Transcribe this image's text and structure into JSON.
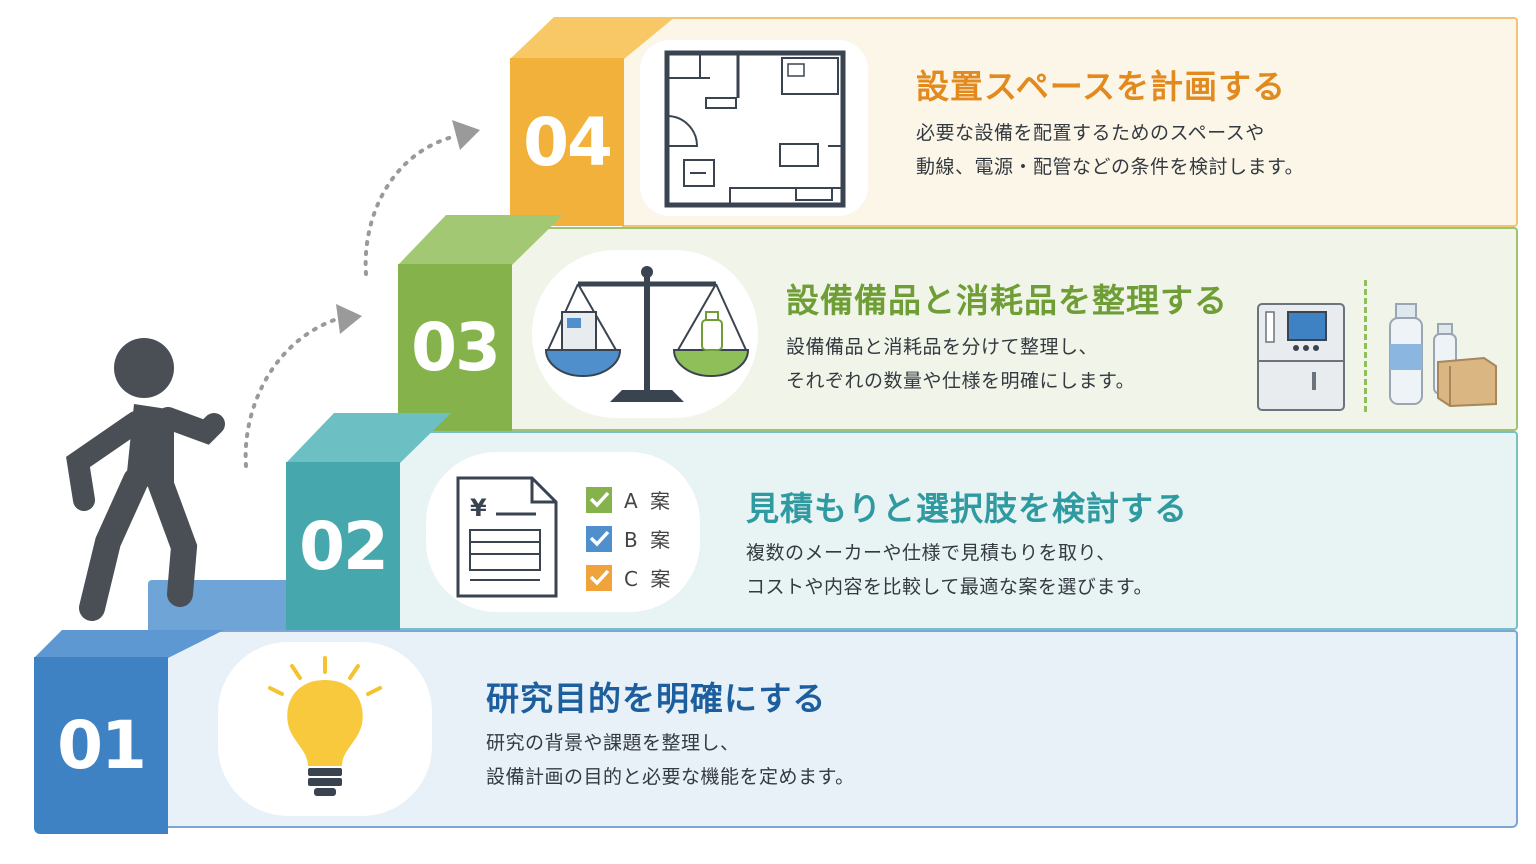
{
  "steps": [
    {
      "number": "01",
      "title": "研究目的を明確にする",
      "desc": [
        "研究の背景や課題を整理し、",
        "設備計画の目的と必要な機能を定めます。"
      ],
      "icon": "lightbulb-icon",
      "colors": {
        "block": "#3f82c4",
        "top": "#5e98d2",
        "panel": "#e8f0f8",
        "border": "#7aa7d6",
        "title": "#1d5f9e"
      }
    },
    {
      "number": "02",
      "title": "見積もりと選択肢を検討する",
      "desc": [
        "複数のメーカーや仕様で見積もりを取り、",
        "コストや内容を比較して最適な案を選びます。"
      ],
      "icon": "quote-document-icon",
      "options": [
        "A 案",
        "B 案",
        "C 案"
      ],
      "currency": "¥",
      "colors": {
        "block": "#46a8ad",
        "top": "#6cc0c4",
        "panel": "#e8f3f4",
        "border": "#79bfc3",
        "title": "#2f9aa0"
      }
    },
    {
      "number": "03",
      "title": "設備備品と消耗品を整理する",
      "desc": [
        "設備備品と消耗品を分けて整理し、",
        "それぞれの数量や仕様を明確にします。"
      ],
      "icon": "balance-scale-icon",
      "colors": {
        "block": "#85b24b",
        "top": "#a3c873",
        "panel": "#f1f5e9",
        "border": "#9fc275",
        "title": "#6e9e35"
      }
    },
    {
      "number": "04",
      "title": "設置スペースを計画する",
      "desc": [
        "必要な設備を配置するためのスペースや",
        "動線、電源・配管などの条件を検討します。"
      ],
      "icon": "floor-plan-icon",
      "colors": {
        "block": "#f2b13a",
        "top": "#f7c865",
        "panel": "#fcf6e9",
        "border": "#f0c571",
        "title": "#e28a1e"
      }
    }
  ],
  "colors": {
    "person": "#4a4f55",
    "step_base": "#6ea4d6",
    "arrow": "#9a9a9a"
  }
}
